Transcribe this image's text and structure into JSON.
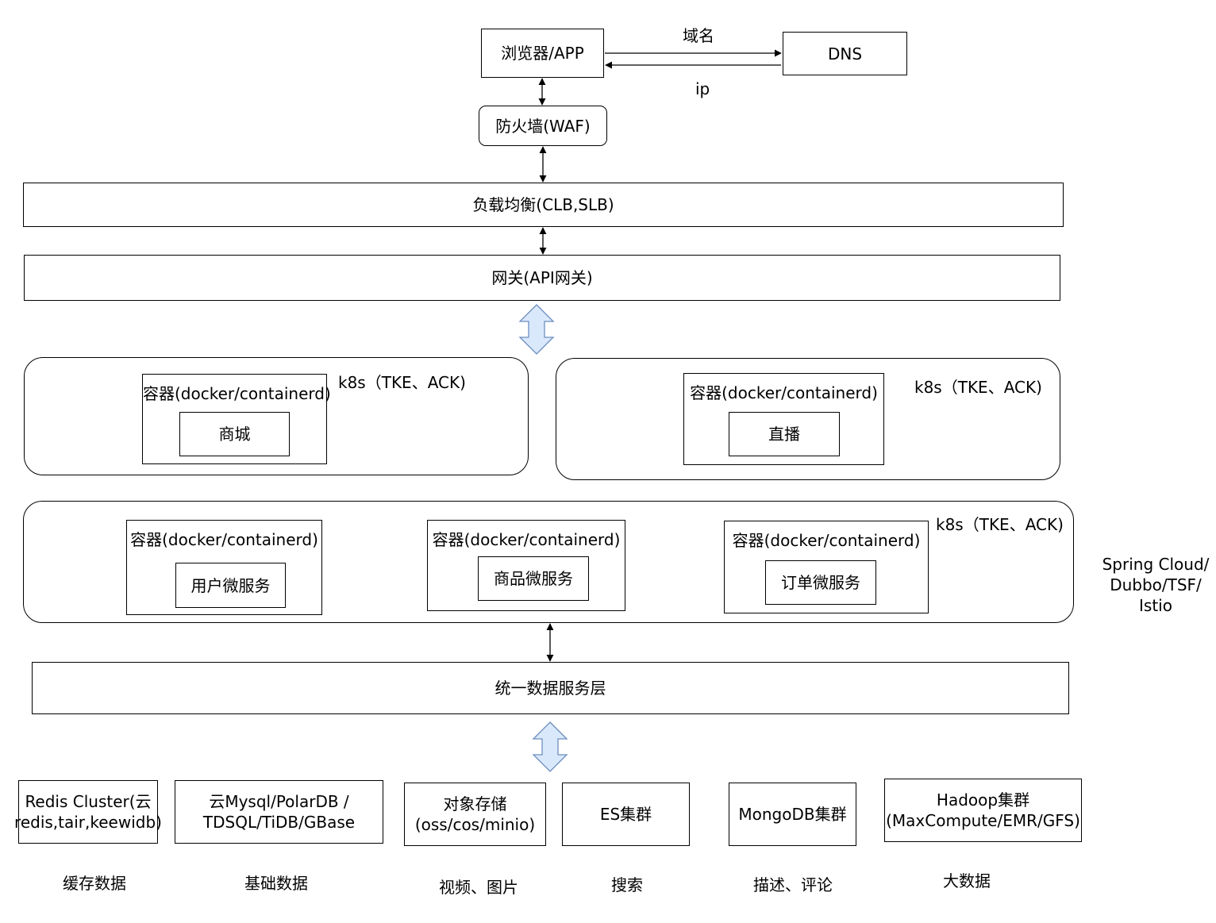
{
  "browser": "浏览器/APP",
  "dns": "DNS",
  "domain_label": "域名",
  "ip_label": "ip",
  "waf": "防火墙(WAF)",
  "load_balancer": "负载均衡(CLB,SLB)",
  "gateway": "网关(API网关)",
  "cluster_label": "k8s（TKE、ACK)",
  "container_label": "容器(docker/containerd)",
  "services": {
    "mall": "商城",
    "live": "直播",
    "user": "用户微服务",
    "product": "商品微服务",
    "order": "订单微服务"
  },
  "framework_label": [
    "Spring Cloud/",
    "Dubbo/TSF/",
    "Istio"
  ],
  "data_service_layer": "统一数据服务层",
  "stores": [
    {
      "lines": [
        "Redis Cluster(云",
        "redis,tair,keewidb)"
      ],
      "caption": "缓存数据"
    },
    {
      "lines": [
        "云Mysql/PolarDB /",
        "TDSQL/TiDB/GBase"
      ],
      "caption": "基础数据"
    },
    {
      "lines": [
        "对象存储",
        "(oss/cos/minio)"
      ],
      "caption": "视频、图片"
    },
    {
      "lines": [
        "ES集群"
      ],
      "caption": "搜索"
    },
    {
      "lines": [
        "MongoDB集群"
      ],
      "caption": "描述、评论"
    },
    {
      "lines": [
        "Hadoop集群",
        "(MaxCompute/EMR/GFS)"
      ],
      "caption": "大数据"
    }
  ],
  "colors": {
    "block_arrow_fill": "#dae8fc",
    "block_arrow_stroke": "#6c8ebf",
    "line": "#000000"
  }
}
